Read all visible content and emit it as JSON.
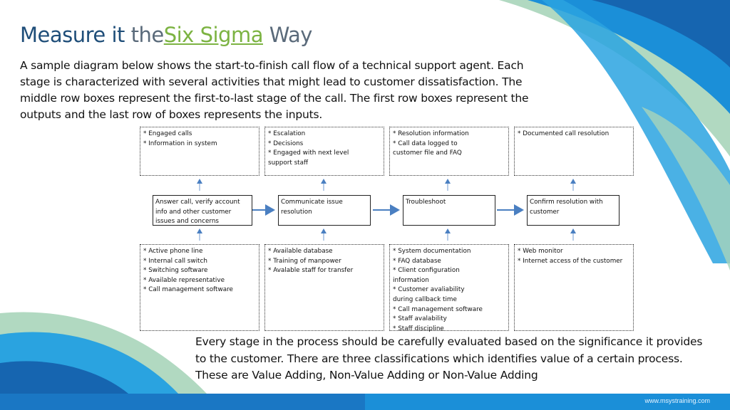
{
  "title": {
    "part1": "Measure it",
    "part2": "the",
    "link": "Six Sigma",
    "part3": "Way"
  },
  "intro": "A sample diagram below shows the start-to-finish call flow of a technical support agent. Each stage is characterized with several activities that might lead to customer dissatisfaction. The middle row boxes represent the first-to-last stage of the call. The first row boxes represent the outputs and the last row of boxes represents the inputs.",
  "diagram": {
    "outputs": [
      {
        "lines": [
          "* Engaged calls",
          "* Information in system"
        ]
      },
      {
        "lines": [
          "* Escalation",
          "* Decisions",
          "* Engaged with next level",
          "support staff"
        ]
      },
      {
        "lines": [
          "* Resolution information",
          "* Call data logged to",
          "customer file and FAQ"
        ]
      },
      {
        "lines": [
          "* Documented call resolution"
        ]
      }
    ],
    "stages": [
      {
        "lines": [
          "Answer call, verify account",
          "info and other customer",
          "issues and concerns"
        ]
      },
      {
        "lines": [
          "Communicate issue",
          "resolution"
        ]
      },
      {
        "lines": [
          "Troubleshoot"
        ]
      },
      {
        "lines": [
          "Confirm resolution with",
          "customer"
        ]
      }
    ],
    "inputs": [
      {
        "lines": [
          "* Active phone line",
          "* Internal call switch",
          "* Switching software",
          "* Available representative",
          "* Call management software"
        ]
      },
      {
        "lines": [
          "* Available database",
          "* Training of manpower",
          "* Avalable staff for transfer"
        ]
      },
      {
        "lines": [
          "* System documentation",
          "* FAQ database",
          "* Client configuration",
          "information",
          "* Customer avaliability",
          "during callback time",
          "* Call management software",
          "* Staff avalability",
          "* Staff discipline"
        ]
      },
      {
        "lines": [
          "* Web monitor",
          "* Internet access of the customer"
        ]
      }
    ]
  },
  "closing": "Every stage in the process should be carefully evaluated based on the significance it provides to the customer. There are three classifications which identifies value of a certain process. These are Value Adding, Non-Value Adding or  Non-Value Adding",
  "footer": {
    "url": "www.msystraining.com"
  },
  "colors": {
    "title": "#1f4e79",
    "link": "#7cb342",
    "arrow": "#4a7fc1",
    "accent_blue": "#1b8fd8",
    "accent_green": "#a8d5ba"
  }
}
